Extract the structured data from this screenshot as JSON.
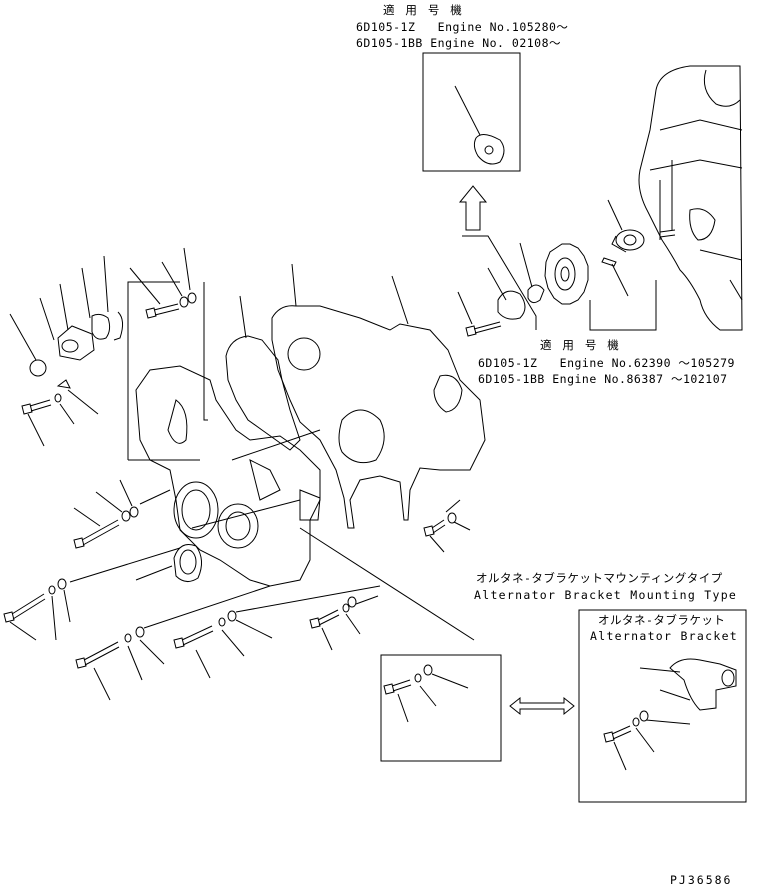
{
  "inset_top": {
    "title": "適 用 号 機",
    "line1": "6D105-1Z   Engine No.105280～",
    "line2": "6D105-1BB Engine No. 02108～"
  },
  "inset_mid": {
    "title": "適 用 号 機",
    "line1": "6D105-1Z   Engine No.62390 ～105279",
    "line2": "6D105-1BB Engine No.86387 ～102107"
  },
  "mounting_type": {
    "jp": "オルタネ-タブラケットマウンティングタイプ",
    "en": "Alternator Bracket Mounting Type"
  },
  "bracket_box": {
    "jp": "オルタネ-タブラケット",
    "en": "Alternator Bracket"
  },
  "drawing_code": "PJ36586"
}
